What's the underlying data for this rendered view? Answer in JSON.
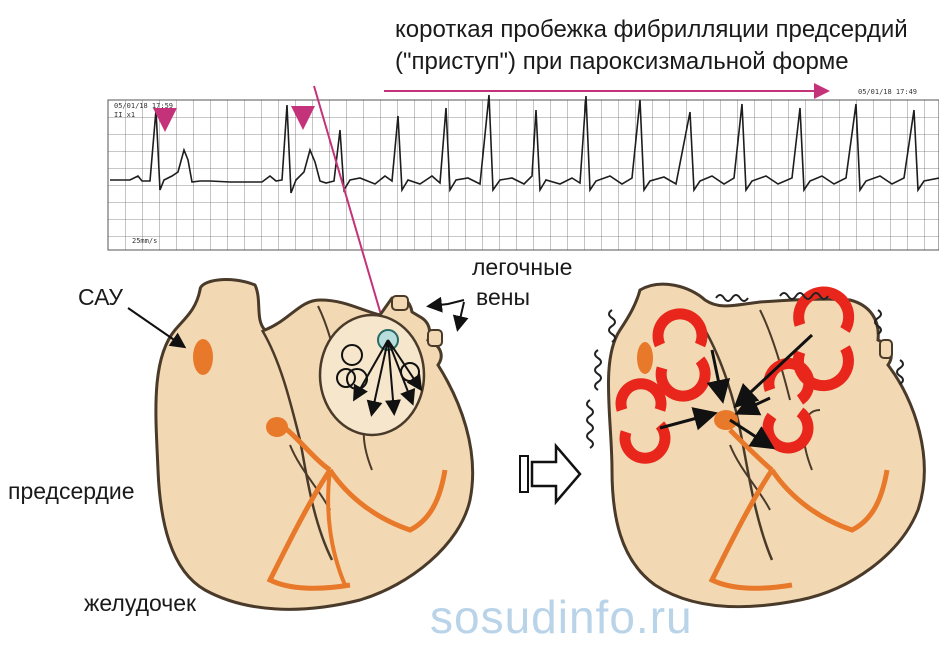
{
  "caption": {
    "line1": "короткая пробежка фибрилляции предсердий",
    "line2": "(\"приступ\") при пароксизмальной форме"
  },
  "ecg": {
    "stamp_left": "05/01/18 17:59",
    "stamp_left_2": "II  x1",
    "stamp_right": "05/01/18 17:49",
    "speed": "25mm/s"
  },
  "labels": {
    "sau": "САУ",
    "pulmonary_veins_1": "легочные",
    "pulmonary_veins_2": "вены",
    "atrium": "предсердие",
    "ventricle": "желудочек"
  },
  "watermark": "sosudinfo.ru",
  "colors": {
    "heart_fill": "#f3d9b3",
    "heart_outline": "#4a3a2a",
    "conduction": "#e8792a",
    "pink_arrow": "#c4327a",
    "reentry": "#e8261b",
    "ecg_grid": "#555555"
  }
}
